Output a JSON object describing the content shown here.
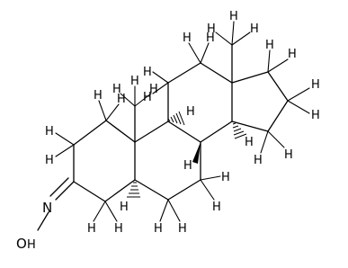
{
  "atoms": {
    "nitrogen": "N",
    "oxygen": "O",
    "hydrogen": "H"
  }
}
